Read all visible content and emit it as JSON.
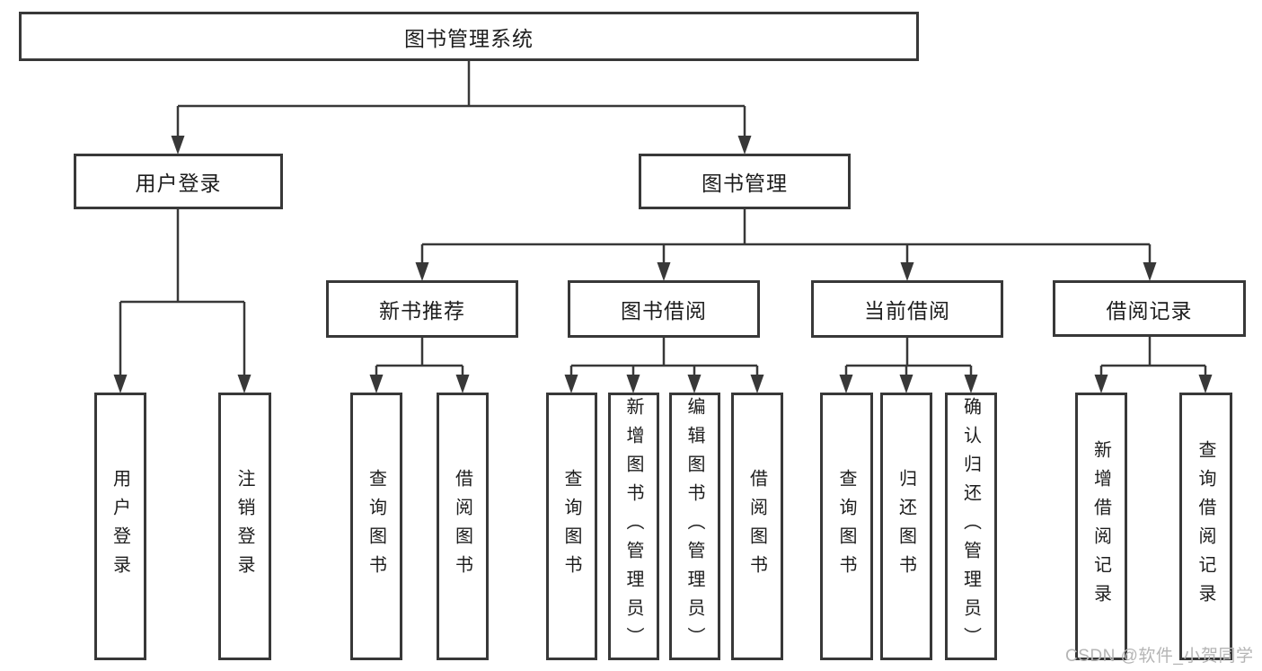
{
  "colors": {
    "background": "#ffffff",
    "line": "#383838",
    "box_border": "#383838",
    "text": "#1d1d1d",
    "watermark": "#b5b5b5"
  },
  "diagram": {
    "root": "图书管理系统",
    "level2": {
      "user_login": "用户登录",
      "book_mgmt": "图书管理"
    },
    "level3": {
      "new_books": "新书推荐",
      "book_borrow": "图书借阅",
      "current_borrow": "当前借阅",
      "borrow_records": "借阅记录"
    },
    "leaves": {
      "user_login": [
        "用户登录",
        "注销登录"
      ],
      "new_books": [
        "查询图书",
        "借阅图书"
      ],
      "book_borrow": [
        "查询图书",
        "新增图书（管理员）",
        "编辑图书（管理员）",
        "借阅图书"
      ],
      "current_borrow": [
        "查询图书",
        "归还图书",
        "确认归还（管理员）"
      ],
      "borrow_records": [
        "新增借阅记录",
        "查询借阅记录"
      ]
    }
  },
  "watermark": {
    "text": "CSDN @软件_小贺同学"
  }
}
